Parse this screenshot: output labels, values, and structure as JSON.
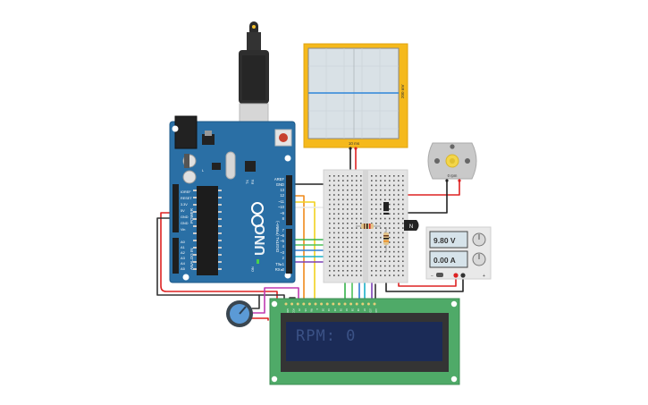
{
  "arduino": {
    "brand_text": "UNO",
    "digital_header": "DIGITAL (PWM~)",
    "power_label": "POWER",
    "analog_label": "ANALOG IN",
    "pin_top": [
      "AREF",
      "GND",
      "13",
      "12",
      "~11",
      "~10",
      "~9",
      "8"
    ],
    "pin_bottom": [
      "7",
      "~6",
      "~5",
      "4",
      "~3",
      "2",
      "TX▸1",
      "RX◂0"
    ],
    "power_pins": [
      "IOREF",
      "RESET",
      "3.3V",
      "5V",
      "GND",
      "GND",
      "Vin"
    ],
    "analog_pins": [
      "A0",
      "A1",
      "A2",
      "A3",
      "A4",
      "A5"
    ],
    "led_labels": [
      "TX",
      "RX",
      "L"
    ],
    "on_label": "ON"
  },
  "oscilloscope": {
    "time_label": "10 ms",
    "volt_label": "200 mV"
  },
  "motor": {
    "label": "0 rpm"
  },
  "power_supply": {
    "voltage": "9.80 V",
    "current": "0.00 A",
    "minus": "−",
    "plus": "+"
  },
  "transistor": {
    "label": "N"
  },
  "lcd": {
    "text": "RPM: 0",
    "pin_labels": [
      "GND",
      "VCC",
      "V0",
      "RS",
      "RW",
      "E",
      "D0",
      "D1",
      "D2",
      "D3",
      "D4",
      "D5",
      "D6",
      "D7",
      "LED",
      "LED"
    ]
  },
  "colors": {
    "board": "#2a6fa5",
    "scope": "#f5b91c",
    "lcd_pcb": "#4faa68",
    "lcd_screen": "#1b2b57",
    "lcd_text": "#3b5286",
    "breadboard": "#e4e4e4"
  }
}
